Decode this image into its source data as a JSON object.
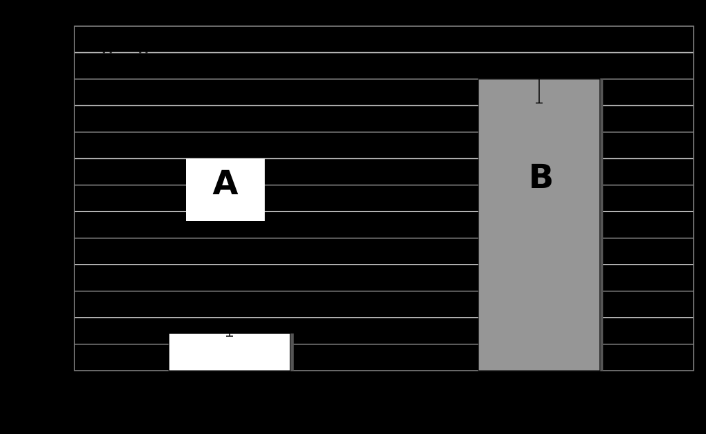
{
  "background_color": "#000000",
  "gridline_color": "#ffffff",
  "chart_data": {
    "type": "bar",
    "categories": [
      "A",
      "B"
    ],
    "values": [
      0.7,
      5.5
    ],
    "errors": [
      0.05,
      0.45
    ],
    "bar_colors": [
      "#ffffff",
      "#969696"
    ],
    "bar_labels": [
      "A",
      "B"
    ],
    "ylim": [
      0,
      6.5
    ],
    "y_gridline_step": 0.5,
    "grid": true,
    "title": "",
    "xlabel": "",
    "ylabel": ""
  }
}
